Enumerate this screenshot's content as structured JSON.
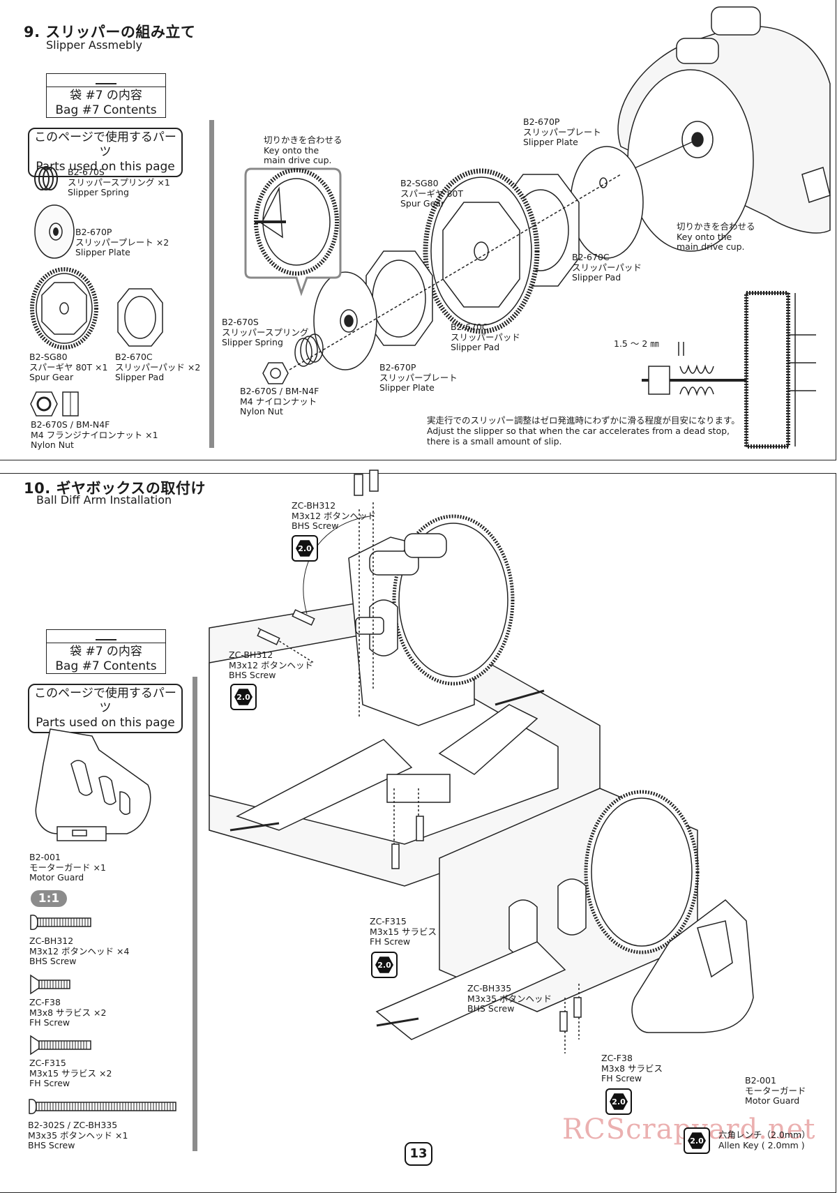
{
  "section9": {
    "title_jp": "9. スリッパーの組み立て",
    "title_en": "Slipper Assmebly",
    "bag": {
      "jp": "袋 #7 の内容",
      "en": "Bag #7 Contents"
    },
    "parts_box": {
      "jp": "このページで使用するパーツ",
      "en": "Parts used on this page"
    },
    "parts": [
      {
        "code": "B2-670S",
        "jp": "スリッパースプリング ×1",
        "en": "Slipper Spring"
      },
      {
        "code": "B2-670P",
        "jp": "スリッパープレート ×2",
        "en": "Slipper Plate"
      },
      {
        "code": "B2-SG80",
        "jp": "スパーギヤ 80T ×1",
        "en": "Spur Gear"
      },
      {
        "code": "B2-670C",
        "jp": "スリッパーパッド ×2",
        "en": "Slipper Pad"
      },
      {
        "code": "B2-670S / BM-N4F",
        "jp": "M4 フランジナイロンナット ×1",
        "en": "Nylon Nut"
      }
    ],
    "callouts": {
      "key_top": {
        "jp": "切りかきを合わせる",
        "en1": "Key onto the",
        "en2": "main drive cup."
      },
      "key_right": {
        "jp": "切りかきを合わせる",
        "en1": "Key onto the",
        "en2": "main drive cup."
      },
      "plate_top": {
        "code": "B2-670P",
        "jp": "スリッパープレート",
        "en": "Slipper Plate"
      },
      "spur": {
        "code": "B2-SG80",
        "jp": "スパーギヤ 80T",
        "en": "Spur Gear"
      },
      "pad_right": {
        "code": "B2-670C",
        "jp": "スリッパーパッド",
        "en": "Slipper Pad"
      },
      "pad_mid": {
        "code": "B2-670C",
        "jp": "スリッパーパッド",
        "en": "Slipper Pad"
      },
      "spring": {
        "code": "B2-670S",
        "jp": "スリッパースプリング",
        "en": "Slipper Spring"
      },
      "plate_bottom": {
        "code": "B2-670P",
        "jp": "スリッパープレート",
        "en": "Slipper Plate"
      },
      "nut": {
        "code": "B2-670S / BM-N4F",
        "jp": "M4 ナイロンナット",
        "en": "Nylon Nut"
      },
      "gap": "1.5 ～ 2 ㎜"
    },
    "adjust_note": {
      "jp": "実走行でのスリッパー調整はゼロ発進時にわずかに滑る程度が目安になります。",
      "en1": "Adjust the slipper so that when the car accelerates from a dead stop,",
      "en2": "there is a small amount of slip."
    }
  },
  "section10": {
    "title_jp": "10. ギヤボックスの取付け",
    "title_en": "Ball Diff Arm Installation",
    "bag": {
      "jp": "袋 #7 の内容",
      "en": "Bag #7 Contents"
    },
    "parts_box": {
      "jp": "このページで使用するパーツ",
      "en": "Parts used on this page"
    },
    "scale": "1:1",
    "parts": [
      {
        "code": "B2-001",
        "jp": "モーターガード ×1",
        "en": "Motor Guard"
      },
      {
        "code": "ZC-BH312",
        "jp": "M3x12 ボタンヘッド ×4",
        "en": "BHS Screw"
      },
      {
        "code": "ZC-F38",
        "jp": "M3x8 サラビス ×2",
        "en": "FH Screw"
      },
      {
        "code": "ZC-F315",
        "jp": "M3x15 サラビス ×2",
        "en": "FH Screw"
      },
      {
        "code": "B2-302S / ZC-BH335",
        "jp": "M3x35 ボタンヘッド ×1",
        "en": "BHS Screw"
      }
    ],
    "callouts": {
      "bh312_top": {
        "code": "ZC-BH312",
        "jp": "M3x12 ボタンヘッド",
        "en": "BHS Screw",
        "tool": "2.0"
      },
      "bh312_left": {
        "code": "ZC-BH312",
        "jp": "M3x12 ボタンヘッド",
        "en": "BHS Screw",
        "tool": "2.0"
      },
      "f315": {
        "code": "ZC-F315",
        "jp": "M3x15 サラビス",
        "en": "FH Screw",
        "tool": "2.0"
      },
      "bh335": {
        "code": "ZC-BH335",
        "jp": "M3x35 ボタンヘッド",
        "en": "BHS Screw"
      },
      "f38": {
        "code": "ZC-F38",
        "jp": "M3x8 サラビス",
        "en": "FH Screw",
        "tool": "2.0"
      },
      "motor_guard": {
        "code": "B2-001",
        "jp": "モーターガード",
        "en": "Motor Guard"
      }
    },
    "allen_key": {
      "tool": "2.0",
      "jp": "六角レンチ（2.0mm）",
      "en": "Allen Key ( 2.0mm )"
    }
  },
  "page_number": "13",
  "watermark": "RCScrapyard.net"
}
